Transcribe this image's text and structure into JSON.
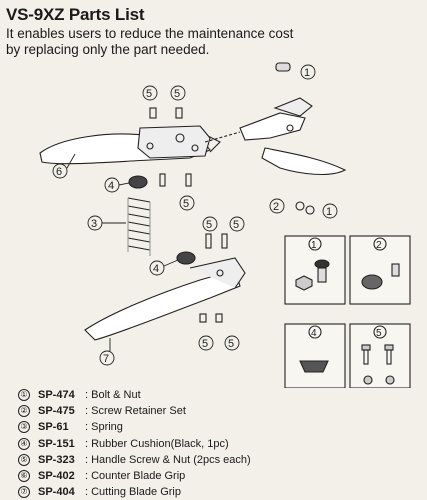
{
  "header": {
    "title": "VS-9XZ Parts List",
    "subtitle_line1": "It enables users to reduce the maintenance cost",
    "subtitle_line2": "by replacing only the part needed."
  },
  "diagram": {
    "callouts": [
      "①",
      "②",
      "③",
      "④",
      "⑤",
      "⑥",
      "⑦"
    ],
    "detail_boxes": [
      "①",
      "②",
      "④",
      "⑤"
    ]
  },
  "parts": [
    {
      "num": "①",
      "code": "SP-474",
      "desc": ": Bolt & Nut"
    },
    {
      "num": "②",
      "code": "SP-475",
      "desc": ": Screw Retainer Set"
    },
    {
      "num": "③",
      "code": "SP-61",
      "desc": ": Spring"
    },
    {
      "num": "④",
      "code": "SP-151",
      "desc": ": Rubber Cushion(Black, 1pc)"
    },
    {
      "num": "⑤",
      "code": "SP-323",
      "desc": ": Handle Screw & Nut (2pcs each)"
    },
    {
      "num": "⑥",
      "code": "SP-402",
      "desc": ": Counter Blade Grip"
    },
    {
      "num": "⑦",
      "code": "SP-404",
      "desc": ": Cutting Blade Grip"
    }
  ]
}
